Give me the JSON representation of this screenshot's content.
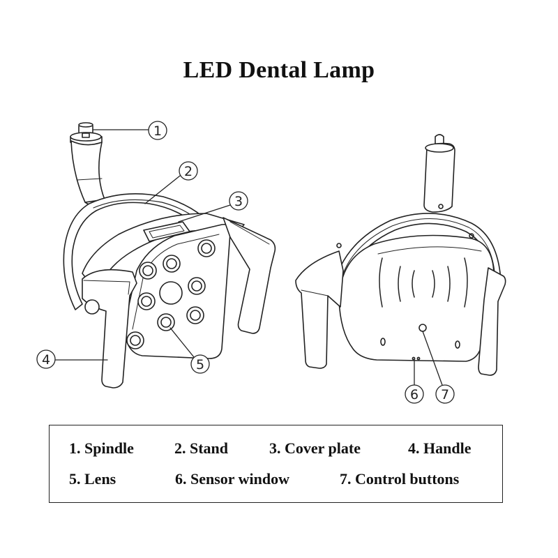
{
  "title": "LED Dental Lamp",
  "callouts": [
    "1",
    "2",
    "3",
    "4",
    "5",
    "6",
    "7"
  ],
  "legend": [
    "1. Spindle",
    "2. Stand",
    "3. Cover plate",
    "4. Handle",
    "5. Lens",
    "6. Sensor window",
    "7. Control buttons"
  ]
}
